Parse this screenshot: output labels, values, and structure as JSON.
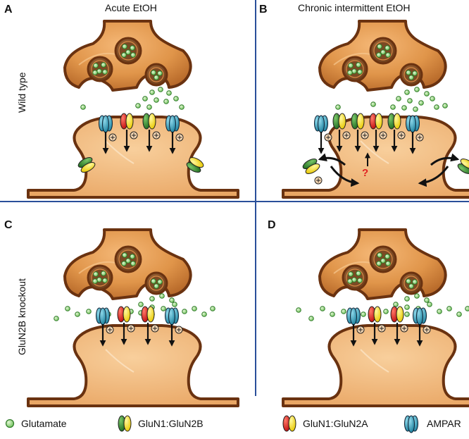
{
  "panels": {
    "a": {
      "letter": "A",
      "title": "Acute EtOH"
    },
    "b": {
      "letter": "B",
      "title": "Chronic intermittent EtOH",
      "unknown_mark": "?"
    },
    "c": {
      "letter": "C"
    },
    "d": {
      "letter": "D"
    }
  },
  "rows": {
    "top": {
      "label": "Wild type"
    },
    "bottom": {
      "label": "GluN2B knockout"
    }
  },
  "legend": {
    "glutamate": "Glutamate",
    "glun2b": "GluN1:GluN2B",
    "glun2a": "GluN1:GluN2A",
    "ampar": "AMPAR"
  },
  "colors": {
    "terminal_fill": "#e0954a",
    "terminal_outline": "#6a3210",
    "spine_fill": "#f2ba7e",
    "vesicle_fill": "#7b4a24",
    "glutamate_fill": "#8fd27a",
    "glutamate_outline": "#2f7a28",
    "glun1": "#f2e21a",
    "glun2b": "#2f8a2f",
    "glun2a": "#e01f1f",
    "ampar": "#2aa0bf",
    "divider": "#2a4f9a",
    "question_mark": "#e02020"
  }
}
